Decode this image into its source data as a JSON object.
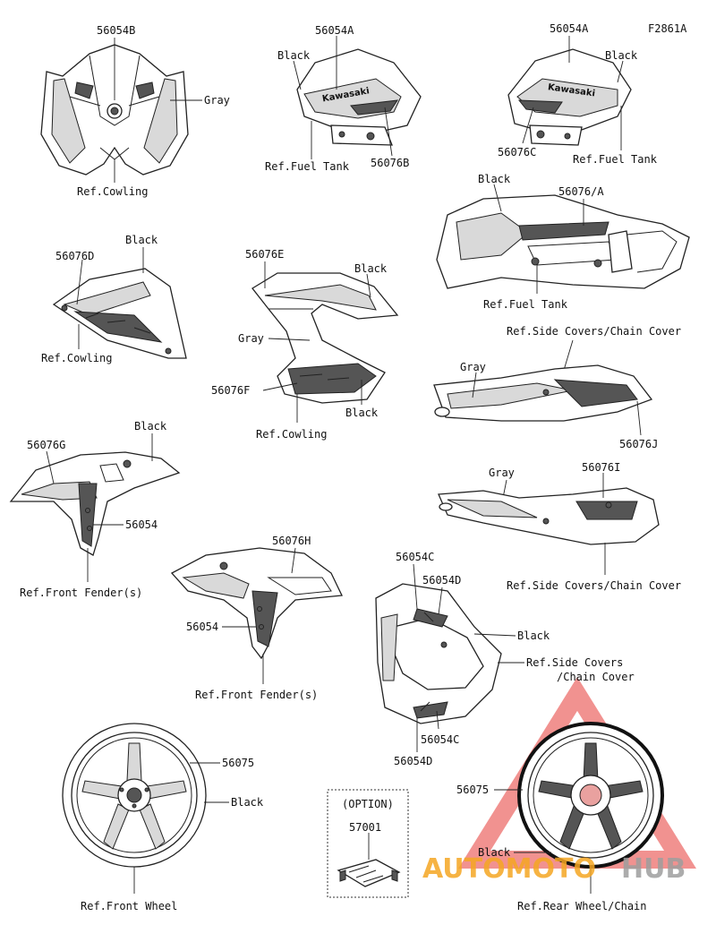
{
  "figure_code": "F2861A",
  "labels": {
    "p56054B": "56054B",
    "gray_cowl": "Gray",
    "ref_cowling_1": "Ref.Cowling",
    "p56054A_l": "56054A",
    "black_tank_l": "Black",
    "ref_fuel_tank_l": "Ref.Fuel Tank",
    "p56076B": "56076B",
    "p56054A_r": "56054A",
    "black_tank_r": "Black",
    "p56076C": "56076C",
    "ref_fuel_tank_r": "Ref.Fuel Tank",
    "black_tank_side": "Black",
    "p56076A": "56076/A",
    "ref_fuel_tank_side": "Ref.Fuel Tank",
    "p56076D": "56076D",
    "black_d": "Black",
    "ref_cowling_d": "Ref.Cowling",
    "p56076E": "56076E",
    "black_e": "Black",
    "gray_e": "Gray",
    "p56076F": "56076F",
    "black_f": "Black",
    "ref_cowling_f": "Ref.Cowling",
    "ref_side_covers_1": "Ref.Side Covers/Chain Cover",
    "gray_j": "Gray",
    "p56076J": "56076J",
    "p56076G": "56076G",
    "black_g": "Black",
    "p56054_g": "56054",
    "ref_front_fender_1": "Ref.Front Fender(s)",
    "gray_i": "Gray",
    "p56076I": "56076I",
    "ref_side_covers_2": "Ref.Side Covers/Chain Cover",
    "p56076H": "56076H",
    "p56054_h": "56054",
    "ref_front_fender_2": "Ref.Front Fender(s)",
    "p56054C_top": "56054C",
    "p56054D_top": "56054D",
    "black_tail": "Black",
    "ref_side_covers_3a": "Ref.Side Covers",
    "ref_side_covers_3b": "/Chain Cover",
    "p56054C_bot": "56054C",
    "p56054D_bot": "56054D",
    "p56075_f": "56075",
    "black_fw": "Black",
    "ref_front_wheel": "Ref.Front Wheel",
    "option": "(OPTION)",
    "p57001": "57001",
    "p56075_r": "56075",
    "black_rw": "Black",
    "ref_rear_wheel": "Ref.Rear Wheel/Chain"
  },
  "decal_text": {
    "tank_left": "Kawasaki",
    "tank_right": "Kawasaki"
  },
  "watermark": {
    "part1": "AUTOMOTO",
    "part2": "HUB",
    "color_orange": "#f5a623",
    "color_red": "#e53935",
    "color_gray": "#9e9e9e"
  }
}
